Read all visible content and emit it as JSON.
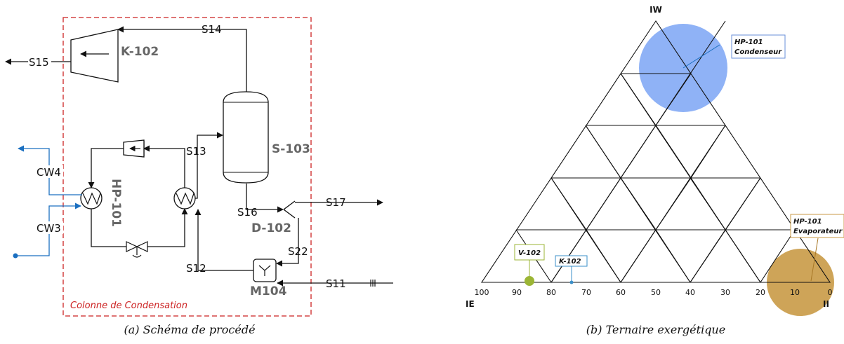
{
  "process": {
    "zone_label": "Colonne de Condensation",
    "streams": {
      "s11": "S11",
      "s12": "S12",
      "s13": "S13",
      "s14": "S14",
      "s15": "S15",
      "s16": "S16",
      "s17": "S17",
      "s22": "S22",
      "cw3": "CW3",
      "cw4": "CW4"
    },
    "equipment": {
      "k102": "K-102",
      "s103": "S-103",
      "hp101": "HP-101",
      "d102": "D-102",
      "m104": "M104"
    },
    "caption": "(a) Schéma de procédé"
  },
  "ternary": {
    "caption": "(b) Ternaire exergétique",
    "corners": {
      "top": "IW",
      "left": "IE",
      "right": "II"
    },
    "bottom_ticks": [
      "100",
      "90",
      "80",
      "70",
      "60",
      "50",
      "40",
      "30",
      "20",
      "10",
      "0"
    ],
    "points": [
      {
        "label_lines": [
          "HP-101",
          "Condenseur"
        ],
        "color": "#7ba4f5"
      },
      {
        "label_lines": [
          "HP-101",
          "Evaporateur"
        ],
        "color": "#c99a46"
      },
      {
        "label_lines": [
          "V-102"
        ],
        "color": "#9bb535"
      },
      {
        "label_lines": [
          "K-102"
        ],
        "color": "#3a8fc8"
      }
    ]
  }
}
